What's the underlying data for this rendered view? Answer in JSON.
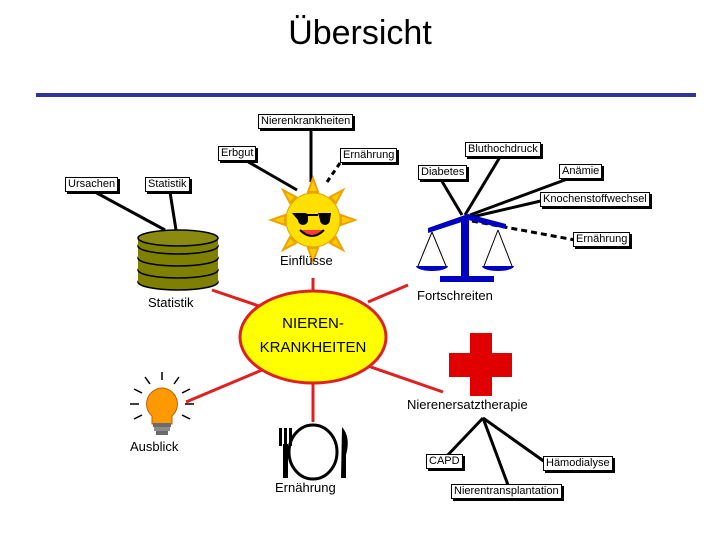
{
  "title": "Übersicht",
  "center": {
    "line1": "NIEREN-",
    "line2": "KRANKHEITEN"
  },
  "sections": {
    "einfluesse": "Einflüsse",
    "statistik": "Statistik",
    "fortschreiten": "Fortschreiten",
    "ausblick": "Ausblick",
    "ernaehrung": "Ernährung",
    "nierenersatztherapie": "Nierenersatztherapie"
  },
  "boxes": {
    "nierenkrankheiten": "Nierenkrankheiten",
    "erbgut": "Erbgut",
    "ernaehrung_top": "Ernährung",
    "ursachen": "Ursachen",
    "statistik": "Statistik",
    "bluthochdruck": "Bluthochdruck",
    "diabetes": "Diabetes",
    "anaemie": "Anämie",
    "knochenstoffwechsel": "Knochenstoffwechsel",
    "ernaehrung_right": "Ernährung",
    "capd": "CAPD",
    "haemodialyse": "Hämodialyse",
    "nierentransplantation": "Nierentransplantation"
  },
  "colors": {
    "rule": "#3333a0",
    "ellipse_fill": "#ffff00",
    "spoke": "#e02020",
    "cross": "#e00000",
    "coins": "#808000",
    "scale": "#0000c0",
    "bulb": "#ff9900"
  },
  "icons": [
    "sun-with-sunglasses-icon",
    "coin-stack-icon",
    "balance-scale-icon",
    "red-cross-icon",
    "light-bulb-icon",
    "plate-cutlery-icon"
  ]
}
